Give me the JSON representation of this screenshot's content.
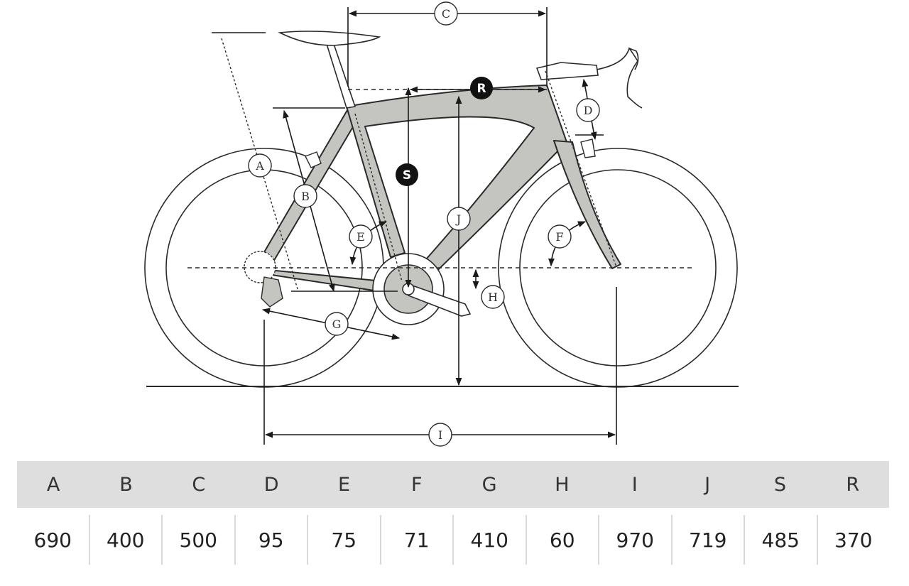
{
  "diagram": {
    "labels": {
      "A": "A",
      "B": "B",
      "C": "C",
      "D": "D",
      "E": "E",
      "F": "F",
      "G": "G",
      "H": "H",
      "I": "I",
      "J": "J",
      "S": "S",
      "R": "R"
    },
    "colors": {
      "frame": "#c4c4c0",
      "line": "#2a2a2a",
      "dark_callout": "#111111"
    }
  },
  "table": {
    "headers": [
      "A",
      "B",
      "C",
      "D",
      "E",
      "F",
      "G",
      "H",
      "I",
      "J",
      "S",
      "R"
    ],
    "values": [
      "690",
      "400",
      "500",
      "95",
      "75",
      "71",
      "410",
      "60",
      "970",
      "719",
      "485",
      "370"
    ]
  }
}
